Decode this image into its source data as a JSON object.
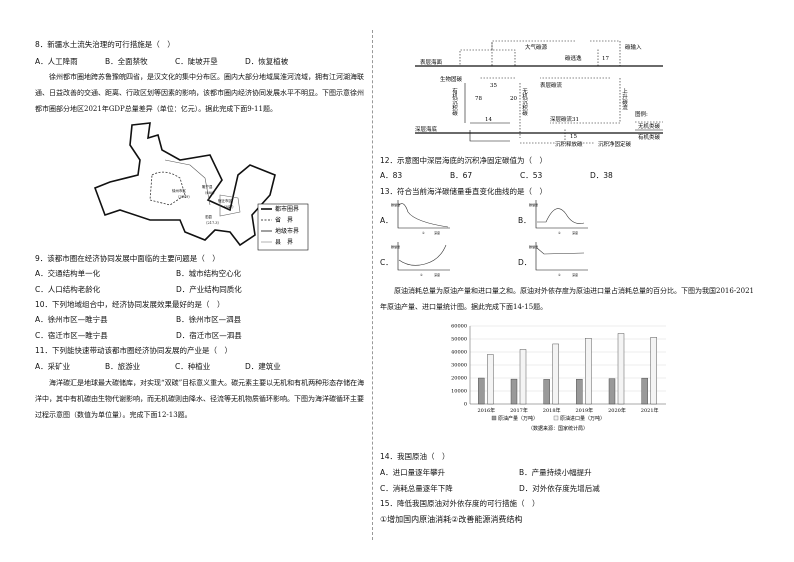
{
  "q8": {
    "stem": "8．新疆水土流失治理的可行措施是（　）",
    "options": [
      "A．人工降雨",
      "B．全面禁牧",
      "C．陡坡开垦",
      "D．恢复植被"
    ]
  },
  "passage1": "徐州都市圈地跨苏鲁豫皖四省，是汉文化的集中分布区。圈内大部分地域属淮河流域，拥有江河湖海联通、日益改善的交通、距离、行政区划等因素的影响，该都市圈内经济协同发展水平不明显。下图示意徐州都市圈部分地区2021年GDP总量差异（单位：亿元）。据此完成下面9-11题。",
  "map": {
    "labels": [
      {
        "name": "徐州市区",
        "value": "（3249）"
      },
      {
        "name": "睢宁县",
        "value": "（680）"
      },
      {
        "name": "宿迁市区",
        "value": "（847）"
      },
      {
        "name": "泗县",
        "value": "（217.3）"
      }
    ],
    "legend": [
      "都市圈界",
      "省　界",
      "地级市界",
      "县　界"
    ]
  },
  "q9": {
    "stem": "9．该都市圈在经济协同发展中面临的主要问题是（　）",
    "options": [
      "A．交通结构单一化",
      "B．城市结构空心化",
      "C．人口结构老龄化",
      "D．产业结构同质化"
    ]
  },
  "q10": {
    "stem": "10．下列地域组合中，经济协同发展效果最好的是（　）",
    "options": [
      "A．徐州市区—睢宁县",
      "B．徐州市区—泗县",
      "C．宿迁市区—睢宁县",
      "D．宿迁市区—泗县"
    ]
  },
  "q11": {
    "stem": "11．下列能快速带动该都市圈经济协同发展的产业是（　）",
    "options": [
      "A．采矿业",
      "B．旅游业",
      "C．种植业",
      "D．建筑业"
    ]
  },
  "passage2": "海洋碳汇是地球最大碳储库，对实现“双碳”目标意义重大。碳元素主要以无机和有机两种形态存储在海洋中，其中有机碳由生物代谢影响，而无机碳则由降水、径流等无机物质循环影响。下图为海洋碳循环主要过程示意图（数值为单位量）。完成下面12-13题。",
  "diagram": {
    "labels": {
      "atm": "大气碳源",
      "escape": "碳逃逸",
      "escape_val": "17",
      "input": "碳输入",
      "surface": "表层海面",
      "bio": "生物固碳",
      "v35": "35",
      "surface_flow": "表层碳流",
      "organic": "有机沉积碳",
      "v78": "78",
      "inorganic": "无机沉积碳",
      "v20": "20",
      "upwell": "上升碳流",
      "deep_flow": "深层碳流31",
      "v14": "14",
      "seabed": "深层海底",
      "v15": "15",
      "release": "沉积释放碳",
      "fixed": "沉积净固定碳",
      "legend_title": "图例:",
      "legend_inorganic": "无机类碳",
      "legend_organic": "有机类碳"
    }
  },
  "q12": {
    "stem": "12．示意图中深层海底的沉积净固定碳值为（　）",
    "options": [
      "A．83",
      "B．67",
      "C．53",
      "D．38"
    ]
  },
  "q13": {
    "stem": "13．符合当前海洋碳储量垂直变化曲线的是（　）",
    "options": [
      "A．",
      "B．",
      "C．",
      "D．"
    ],
    "ylabel": "碳储量",
    "xlabel": "深度",
    "mark": "①"
  },
  "passage3": "原油消耗总量为原油产量和进口量之和。原油对外依存度为原油进口量占消耗总量的百分比。下图为我国2016-2021年原油产量、进口量统计图。据此完成下面14-15题。",
  "chart_data": {
    "type": "bar",
    "categories": [
      "2016年",
      "2017年",
      "2018年",
      "2019年",
      "2020年",
      "2021年"
    ],
    "series": [
      {
        "name": "原油产量（万吨）",
        "values": [
          19969,
          19151,
          18932,
          19101,
          19477,
          19898
        ],
        "color": "#999999"
      },
      {
        "name": "原油进口量（万吨）",
        "values": [
          38101,
          41957,
          46190,
          50572,
          54239,
          51298
        ],
        "color": "#f4f4f4"
      }
    ],
    "ylim": [
      0,
      60000
    ],
    "yticks": [
      0,
      10000,
      20000,
      30000,
      40000,
      50000,
      60000
    ],
    "grid": true,
    "legend": "bottom",
    "source": "（数据来源：国家统计局）"
  },
  "q14": {
    "stem": "14．我国原油（　）",
    "options": [
      "A．进口量逐年攀升",
      "B．产量持续小幅提升",
      "C．消耗总量逐年下降",
      "D．对外依存度先增后减"
    ]
  },
  "q15": {
    "stem": "15．降低我国原油对外依存度的可行措施（　）",
    "line": "①增加国内原油消耗②改善能源消费结构"
  }
}
